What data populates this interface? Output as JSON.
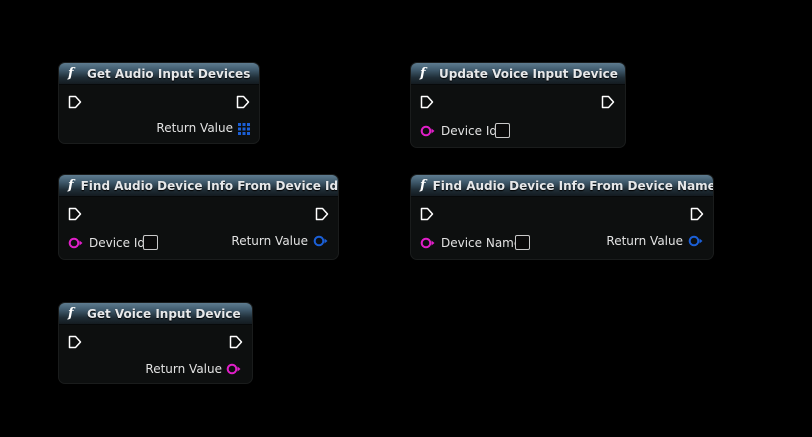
{
  "nodes": {
    "get_audio_input_devices": {
      "title": "Get Audio Input Devices",
      "return_label": "Return Value"
    },
    "update_voice_input_device": {
      "title": "Update Voice Input Device",
      "device_id_label": "Device Id"
    },
    "find_by_device_id": {
      "title": "Find Audio Device Info From Device Id",
      "device_id_label": "Device Id",
      "return_label": "Return Value"
    },
    "find_by_device_name": {
      "title": "Find Audio Device Info From Device Name",
      "device_name_label": "Device Name",
      "return_label": "Return Value"
    },
    "get_voice_input_device": {
      "title": "Get Voice Input Device",
      "return_label": "Return Value"
    }
  },
  "icons": {
    "function": "function-icon",
    "exec": "exec-pin-icon",
    "string_pin": "string-pin-icon",
    "struct_pin": "struct-pin-icon",
    "array_pin": "array-grid-icon"
  },
  "colors": {
    "string_pin": "#e01fc8",
    "struct_pin": "#1b5fd6",
    "array_pin": "#1b5fd6",
    "exec_pin": "#ffffff",
    "header": "#3e586a"
  }
}
